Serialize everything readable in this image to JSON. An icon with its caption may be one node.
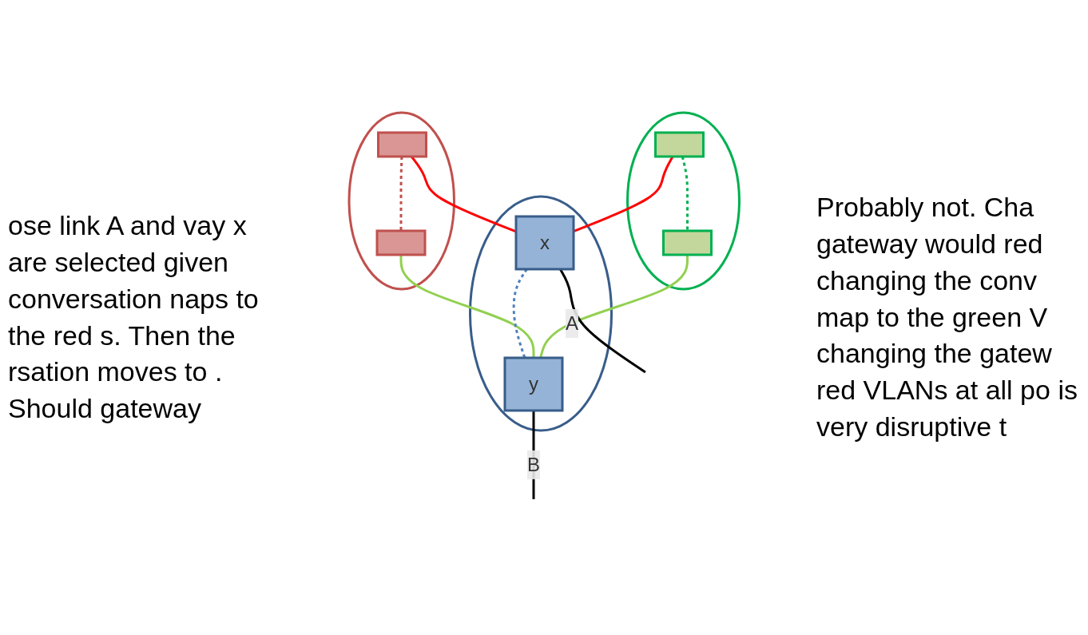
{
  "diagram": {
    "nodes": [
      {
        "text": [],
        "shape": "ellipse"
      },
      {
        "text": [],
        "shape": "box",
        "in": 0
      },
      {
        "text": [],
        "shape": "box",
        "in": 0
      },
      {
        "text": [],
        "shape": "ellipse"
      },
      {
        "text": [],
        "shape": "box",
        "in": 3
      },
      {
        "text": [],
        "shape": "box",
        "in": 3
      },
      {
        "text": [],
        "shape": "ellipse"
      },
      {
        "text": [
          "x"
        ],
        "in": 6
      },
      {
        "text": [
          "y"
        ],
        "in": 6
      }
    ],
    "edges": [
      {
        "from": 1,
        "to": 2,
        "arrow": "none",
        "style": "dashed",
        "color": "#00b050"
      },
      {
        "from": 4,
        "to": 5,
        "arrow": "none",
        "style": "dashed",
        "color": "#c0504d"
      },
      {
        "from": 1,
        "to": 7,
        "arrow": "none",
        "color": "#ff0000"
      },
      {
        "from": 4,
        "to": 7,
        "arrow": "none",
        "color": "#ff0000"
      },
      {
        "from": 2,
        "to": 8,
        "arrow": "none",
        "color": "#92d050"
      },
      {
        "from": 5,
        "to": 8,
        "arrow": "none",
        "color": "#92d050"
      },
      {
        "from": 7,
        "to": 8,
        "arrow": "none",
        "style": "dashed",
        "color": "#4f81bd"
      },
      {
        "from": 7,
        "to": null,
        "label": "A",
        "arrow": "none",
        "color": "#000000"
      },
      {
        "from": 8,
        "to": null,
        "label": "B",
        "arrow": "none",
        "color": "#000000"
      }
    ],
    "labels": [
      "ose link A and vay x are selected given conversation naps to the red s. Then the rsation moves to . Should gateway",
      "Probably not. Cha gateway would red changing the conv map to the green V changing the gatew red VLANs at all po is very disruptive t"
    ]
  }
}
